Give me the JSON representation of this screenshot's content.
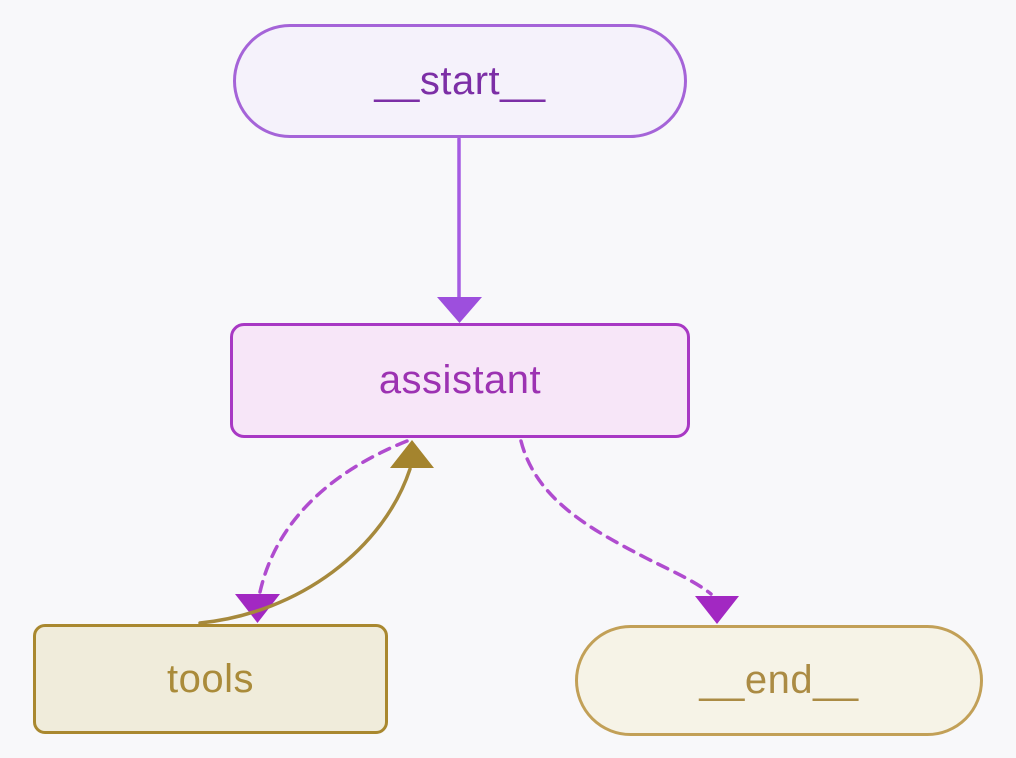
{
  "diagram": {
    "type": "state-graph",
    "background": "#f8f8fa",
    "nodes": [
      {
        "id": "__start__",
        "label": "__start__",
        "shape": "stadium",
        "fill": "#f5f2fb",
        "border": "#a564d8",
        "text_color": "#7c2fa6"
      },
      {
        "id": "assistant",
        "label": "assistant",
        "shape": "rounded-rect",
        "fill": "#f7e6f8",
        "border": "#a838c4",
        "text_color": "#9c32b2"
      },
      {
        "id": "tools",
        "label": "tools",
        "shape": "rounded-rect",
        "fill": "#f0ecdb",
        "border": "#a9882f",
        "text_color": "#aa8b3a"
      },
      {
        "id": "__end__",
        "label": "__end__",
        "shape": "stadium",
        "fill": "#f6f3e7",
        "border": "#c2a057",
        "text_color": "#ab8b44"
      }
    ],
    "edges": [
      {
        "from": "__start__",
        "to": "assistant",
        "style": "solid",
        "line_color": "#a55ce2",
        "arrow_color": "#9d4fdd"
      },
      {
        "from": "assistant",
        "to": "tools",
        "style": "dashed",
        "line_color": "#b04ccf",
        "arrow_color": "#a228c2"
      },
      {
        "from": "tools",
        "to": "assistant",
        "style": "solid",
        "line_color": "#a6893c",
        "arrow_color": "#a4842e"
      },
      {
        "from": "assistant",
        "to": "__end__",
        "style": "dashed",
        "line_color": "#b04ccf",
        "arrow_color": "#a228c2"
      }
    ]
  }
}
